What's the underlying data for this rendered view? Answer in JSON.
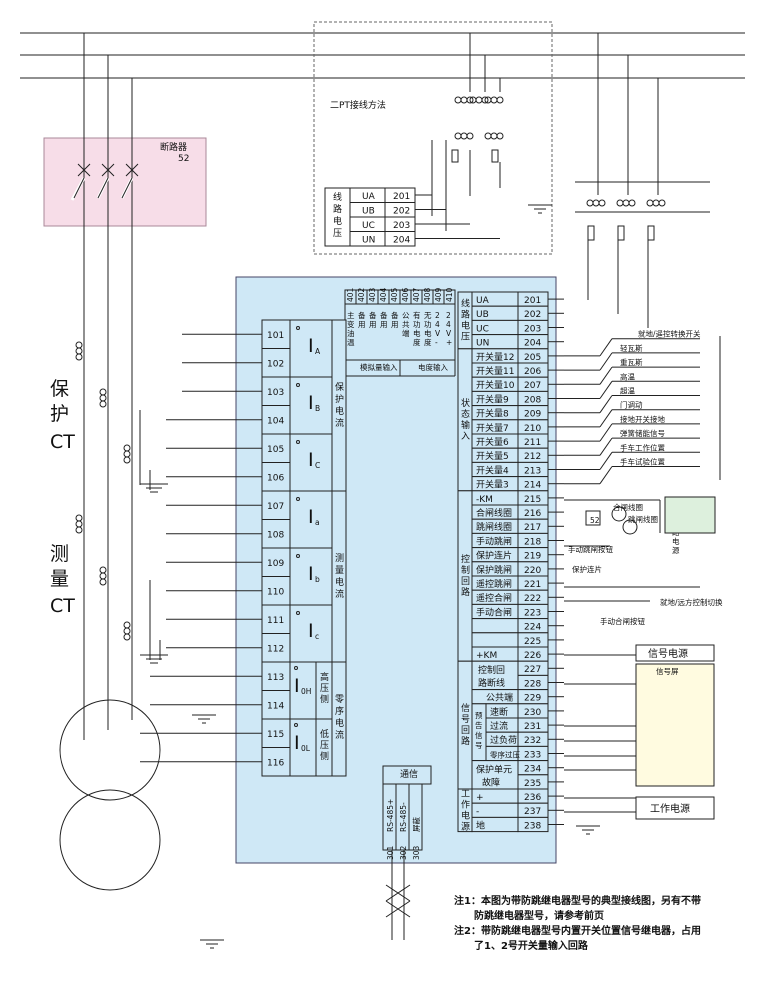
{
  "pt_method": {
    "title": "二PT接线方法",
    "side_label": "线路电压",
    "terminals": [
      "201",
      "202",
      "203",
      "204"
    ]
  },
  "breaker": {
    "title": "断路器",
    "number": "52"
  },
  "side_labels": {
    "protection_ct": "保护CT",
    "measure_ct": "测量CT"
  },
  "analog": {
    "terminals": [
      "401",
      "402",
      "403",
      "404",
      "405",
      "406",
      "407",
      "408",
      "409",
      "410"
    ],
    "labels": [
      "主变油温",
      "备用",
      "备用",
      "备用",
      "备用",
      "公共端",
      "有功电度",
      "无功电度",
      "24V-",
      "24V+"
    ],
    "group_analog": "模拟量输入",
    "group_energy": "电度输入"
  },
  "currents": {
    "terminals": [
      "101",
      "102",
      "103",
      "104",
      "105",
      "106",
      "107",
      "108",
      "109",
      "110",
      "111",
      "112",
      "113",
      "114",
      "115",
      "116"
    ],
    "group_protect": "保护电流",
    "group_measure": "测量电流",
    "group_zero": "零序电流",
    "high_side": "高压侧",
    "low_side": "低压侧"
  },
  "right_block": {
    "voltage_group": "线路电压",
    "voltage_terminals": [
      "201",
      "202",
      "203",
      "204"
    ],
    "status_group": "状态输入",
    "switch_labels": [
      "开关量12",
      "开关量11",
      "开关量10",
      "开关量9",
      "开关量8",
      "开关量7",
      "开关量6",
      "开关量5",
      "开关量4",
      "开关量3"
    ],
    "switch_terminals": [
      "205",
      "206",
      "207",
      "208",
      "209",
      "210",
      "211",
      "212",
      "213",
      "214"
    ],
    "control_group": "控制回路",
    "control_labels": [
      "-KM",
      "合闸线圈",
      "跳闸线圈",
      "手动跳闸",
      "保护连片",
      "保护跳闸",
      "遥控跳闸",
      "遥控合闸",
      "手动合闸",
      "",
      "",
      "+KM"
    ],
    "control_terminals": [
      "215",
      "216",
      "217",
      "218",
      "219",
      "220",
      "221",
      "222",
      "223",
      "224",
      "225",
      "226"
    ],
    "signal_group": "信号回路",
    "signal_terminals": [
      "227",
      "228",
      "229",
      "230",
      "231",
      "232",
      "233",
      "234",
      "235"
    ],
    "ctrl_break_a": "控制回",
    "ctrl_break_b": "路断线",
    "common": "公共端",
    "preset": "预告信号",
    "trip": "速断",
    "overcurrent": "过流",
    "overload": "过负荷",
    "zero_over": "零序过压",
    "fault_a": "保护单元",
    "fault_b": "故障",
    "power_group": "工作电源",
    "power_terminals": [
      "236",
      "237",
      "238"
    ],
    "power_labels": [
      "+",
      "-",
      "地"
    ]
  },
  "comm": {
    "title": "通信",
    "terminals": [
      "301",
      "302",
      "303"
    ],
    "labels": [
      "RS-485+",
      "RS-485-",
      "屏蔽"
    ]
  },
  "switch_descriptions": [
    "就地/遥控转换开关",
    "轻瓦斯",
    "重瓦斯",
    "高温",
    "超温",
    "门调动",
    "接地开关接地",
    "弹簧储能信号",
    "手车工作位置",
    "手车试验位置"
  ],
  "control_annotations": {
    "closing_coil": "合闸线圈",
    "trip_coil": "跳闸线圈",
    "manual_trip": "手动跳闸按钮",
    "protect_plate": "保护连片",
    "local_remote": "就地/远方控制切换",
    "manual_close": "手动合闸按钮",
    "ctrl_power": "控制回路电源",
    "relay_label": "52"
  },
  "signal_annotations": {
    "signal_power": "信号电源",
    "signal_screen": "信号屏",
    "work_power": "工作电源"
  },
  "notes": [
    "注1：本图为带防跳继电器型号的典型接线图，另有不带",
    "防跳继电器型号，请参考前页",
    "注2：带防跳继电器型号内置开关位置信号继电器，占用",
    "了1、2号开关量输入回路"
  ],
  "colors": {
    "panel": "#cfe8f6",
    "breaker_box": "#f7dde8",
    "legend_box": "#fffbe0",
    "ctrl_box": "#ddf0dd",
    "line": "#222222"
  }
}
